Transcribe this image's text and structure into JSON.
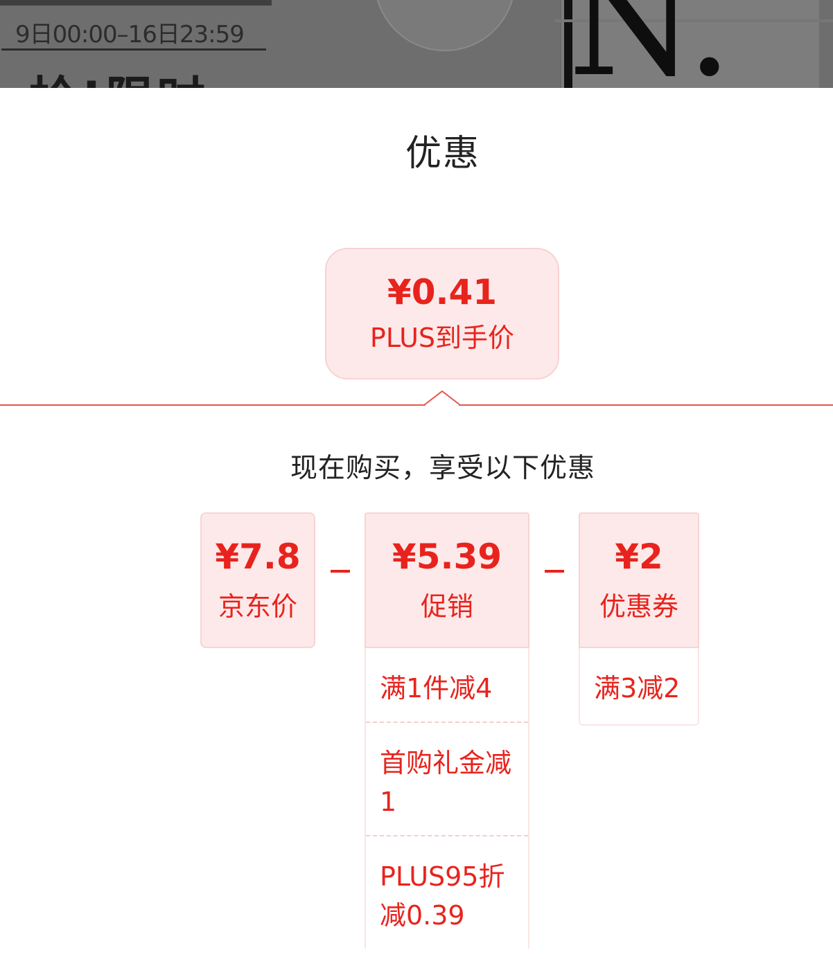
{
  "background": {
    "banner_dates": "9日00:00–16日23:59",
    "banner_heading": "抢!限时",
    "banner_letter": "N."
  },
  "sheet": {
    "title": "优惠",
    "final_price": "¥0.41",
    "final_label": "PLUS到手价",
    "subtitle": "现在购买，享受以下优惠"
  },
  "breakdown": {
    "base": {
      "amount": "¥7.8",
      "label": "京东价"
    },
    "promotion": {
      "amount": "¥5.39",
      "label": "促销",
      "items": [
        "满1件减4",
        "首购礼金减1",
        "PLUS95折减0.39"
      ]
    },
    "coupon": {
      "amount": "¥2",
      "label": "优惠券",
      "items": [
        "满3减2"
      ]
    }
  },
  "colors": {
    "accent": "#e8231d",
    "card_bg": "#fde9e9",
    "overlay": "#6e6e6e"
  }
}
